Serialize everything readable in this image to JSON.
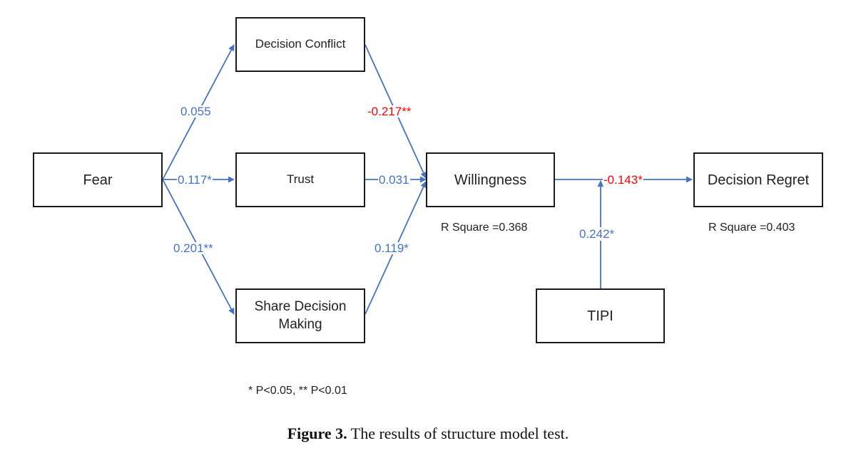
{
  "colors": {
    "path": "#4472c4",
    "negative": "#ff0000",
    "box_border": "#1a1a1a",
    "text": "#222222"
  },
  "nodes": {
    "fear": "Fear",
    "decision_conflict": "Decision Conflict",
    "trust": "Trust",
    "share_decision_making": "Share Decision Making",
    "willingness": "Willingness",
    "decision_regret": "Decision Regret",
    "tipi": "TIPI"
  },
  "paths": {
    "fear_to_decision_conflict": "0.055",
    "fear_to_trust": "0.117*",
    "fear_to_share_decision_making": "0.201**",
    "decision_conflict_to_willingness": "-0.217**",
    "trust_to_willingness": "0.031",
    "share_decision_making_to_willingness": "0.119*",
    "willingness_to_decision_regret": "-0.143*",
    "tipi_moderation": "0.242*"
  },
  "r_square": {
    "willingness": "R Square =0.368",
    "decision_regret": "R Square =0.403"
  },
  "significance_note": "* P<0.05, ** P<0.01",
  "caption": {
    "label": "Figure 3.",
    "text": "The results of structure model test."
  }
}
